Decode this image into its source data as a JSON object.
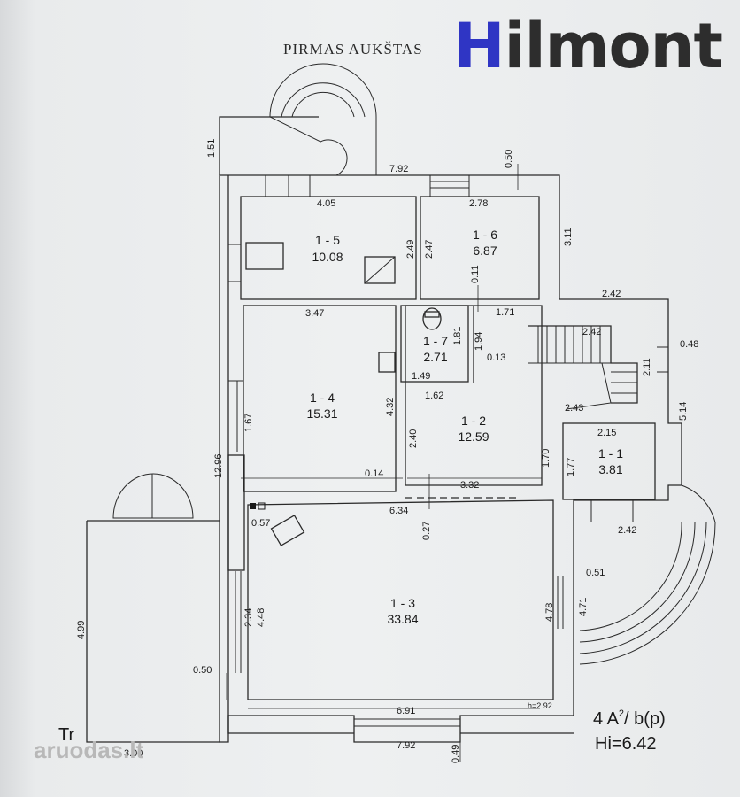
{
  "header": {
    "floor_title": "PIRMAS AUKŠTAS",
    "logo_h": "H",
    "logo_rest": "ilmont"
  },
  "rooms": [
    {
      "id": "1 - 5",
      "area": "10.08"
    },
    {
      "id": "1 - 6",
      "area": "6.87"
    },
    {
      "id": "1 - 7",
      "area": "2.71"
    },
    {
      "id": "1 - 4",
      "area": "15.31"
    },
    {
      "id": "1 - 2",
      "area": "12.59"
    },
    {
      "id": "1 - 1",
      "area": "3.81"
    },
    {
      "id": "1 - 3",
      "area": "33.84"
    }
  ],
  "dims": {
    "d151": "1.51",
    "d792_top": "7.92",
    "d050_top": "0.50",
    "d405": "4.05",
    "d278": "2.78",
    "d249": "2.49",
    "d247": "2.47",
    "d311": "3.11",
    "d011": "0.11",
    "d171": "1.71",
    "d242_a": "2.42",
    "d347": "3.47",
    "d181": "1.81",
    "d194": "1.94",
    "d013": "0.13",
    "d242_stair": "2.42",
    "d048": "0.48",
    "d211": "2.11",
    "d149": "1.49",
    "d162": "1.62",
    "d432": "4.32",
    "d167": "1.67",
    "d243": "2.43",
    "d514": "5.14",
    "d1296": "12.96",
    "d240": "2.40",
    "d215": "2.15",
    "d170": "1.70",
    "d177": "1.77",
    "d014": "0.14",
    "d332": "3.32",
    "d634": "6.34",
    "d057": "0.57",
    "d027": "0.27",
    "d242_b": "2.42",
    "d051": "0.51",
    "d234": "2.34",
    "d448": "4.48",
    "d478": "4.78",
    "d471": "4.71",
    "d499": "4.99",
    "d050_left": "0.50",
    "d691": "6.91",
    "h292": "h=2.92",
    "d792_bottom": "7.92",
    "d049": "0.49",
    "d300": "3.00"
  },
  "legend": {
    "line1_a": "4 A",
    "line1_sup": "2",
    "line1_b": "/ b(p)",
    "line2": "Hi=6.42",
    "tr": "Tr"
  },
  "watermark": "aruodas.lt"
}
